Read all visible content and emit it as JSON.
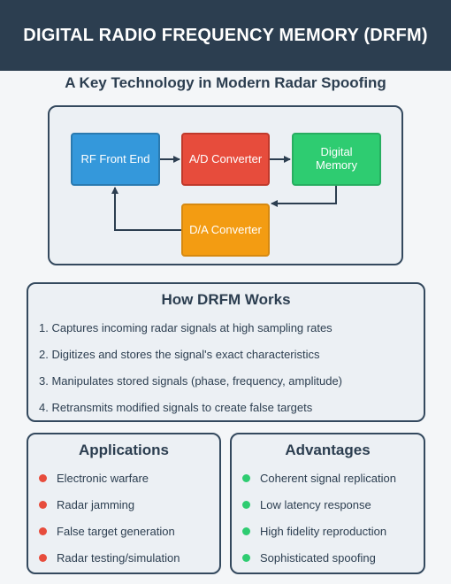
{
  "header": {
    "title": "DIGITAL RADIO FREQUENCY MEMORY (DRFM)"
  },
  "subtitle": "A Key Technology in Modern Radar Spoofing",
  "diagram": {
    "rf": "RF Front End",
    "ad": "A/D Converter",
    "mem": "Digital Memory",
    "da": "D/A Converter",
    "colors": {
      "rf": "#3498db",
      "ad": "#e74c3c",
      "mem": "#2ecc71",
      "da": "#f39c12"
    }
  },
  "how": {
    "title": "How DRFM Works",
    "steps": [
      "1. Captures incoming radar signals at high sampling rates",
      "2. Digitizes and stores the signal's exact characteristics",
      "3. Manipulates stored signals (phase, frequency, amplitude)",
      "4. Retransmits modified signals to create false targets"
    ]
  },
  "applications": {
    "title": "Applications",
    "items": [
      "Electronic warfare",
      "Radar jamming",
      "False target generation",
      "Radar testing/simulation"
    ]
  },
  "advantages": {
    "title": "Advantages",
    "items": [
      "Coherent signal replication",
      "Low latency response",
      "High fidelity reproduction",
      "Sophisticated spoofing"
    ]
  }
}
